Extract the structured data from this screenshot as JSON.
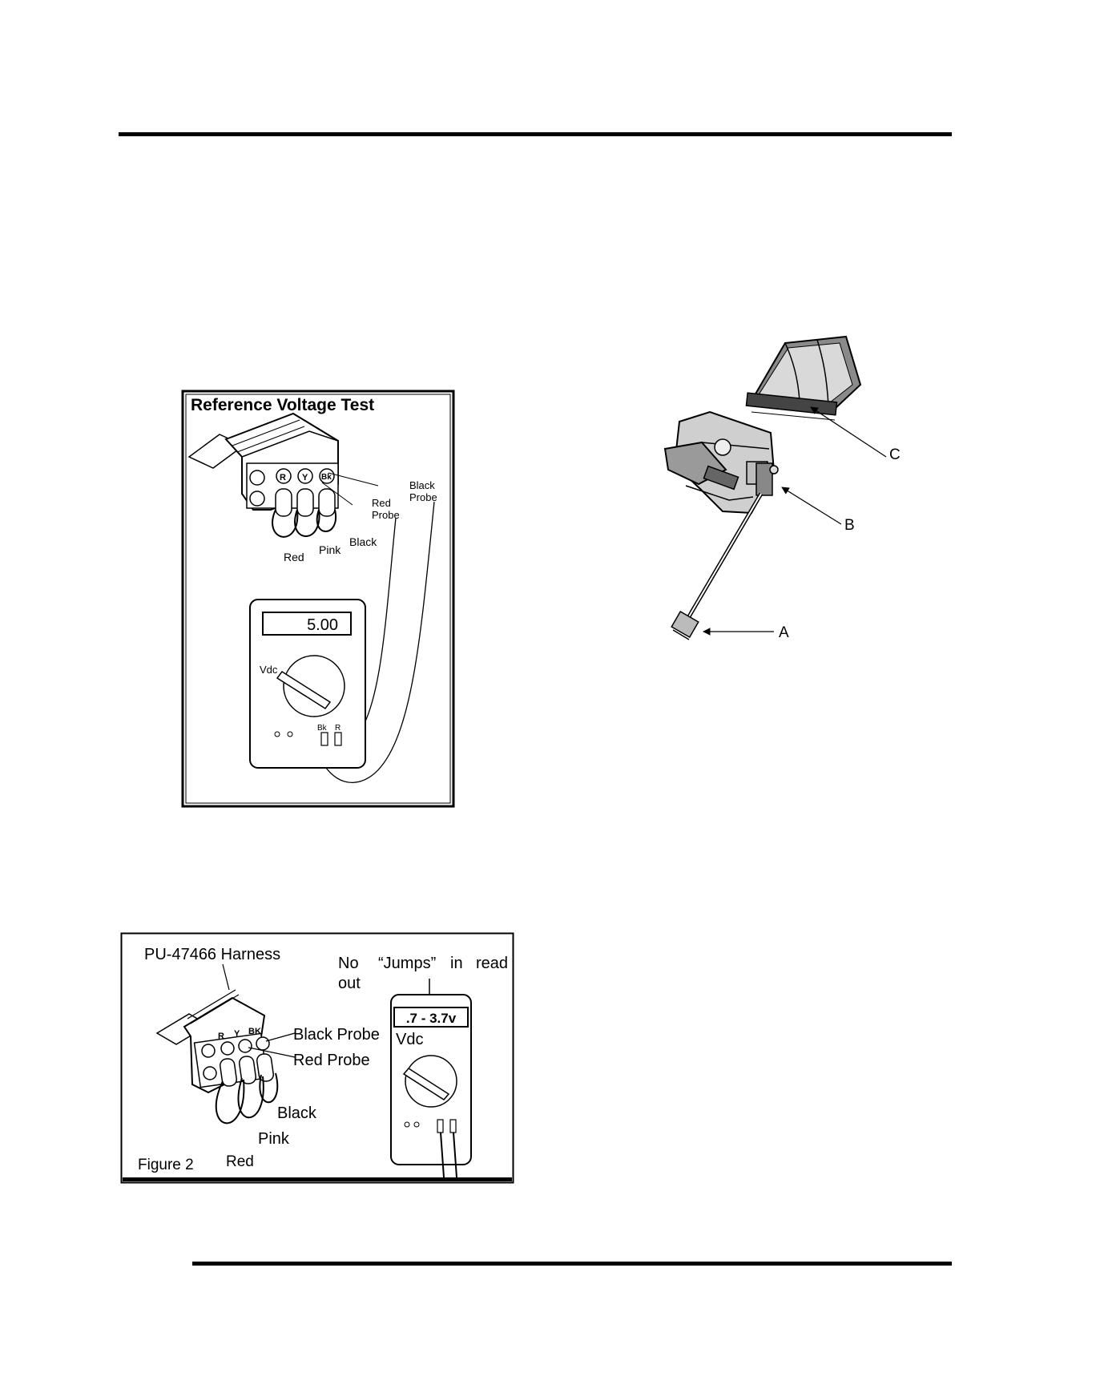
{
  "figure1": {
    "title": "Reference Voltage Test",
    "pin_r": "R",
    "pin_y": "Y",
    "pin_bk": "Bk",
    "label_black_probe_1": "Black",
    "label_black_probe_2": "Probe",
    "label_red_probe_1": "Red",
    "label_red_probe_2": "Probe",
    "wire_black": "Black",
    "wire_pink": "Pink",
    "wire_red": "Red",
    "display": "5.00",
    "dial_label": "Vdc",
    "jack_bk": "Bk",
    "jack_r": "R"
  },
  "figure_right": {
    "label_a": "A",
    "label_b": "B",
    "label_c": "C"
  },
  "figure2": {
    "harness": "PU-47466 Harness",
    "note_line1_w1": "No",
    "note_line1_w2": "“Jumps”",
    "note_line1_w3": "in",
    "note_line1_w4": "read",
    "note_line2": "out",
    "display": ".7 - 3.7v",
    "dial_label": "Vdc",
    "pin_r": "R",
    "pin_y": "Y",
    "pin_bk": "BK",
    "black_probe": "Black Probe",
    "red_probe": "Red Probe",
    "wire_black": "Black",
    "wire_pink": "Pink",
    "wire_red": "Red",
    "caption": "Figure 2"
  }
}
